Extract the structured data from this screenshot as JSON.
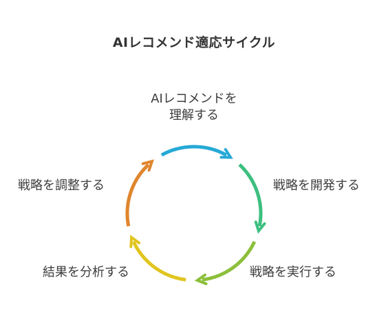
{
  "title": "AIレコメンド適応サイクル",
  "steps": [
    {
      "label_line1": "AIレコメンドを",
      "label_line2": "理解する",
      "color": "#26a9d6"
    },
    {
      "label": "戦略を開発する",
      "color": "#3cbf7f"
    },
    {
      "label": "戦略を実行する",
      "color": "#8cbf3a"
    },
    {
      "label": "結果を分析する",
      "color": "#e0c51f"
    },
    {
      "label": "戦略を調整する",
      "color": "#e0852e"
    }
  ]
}
